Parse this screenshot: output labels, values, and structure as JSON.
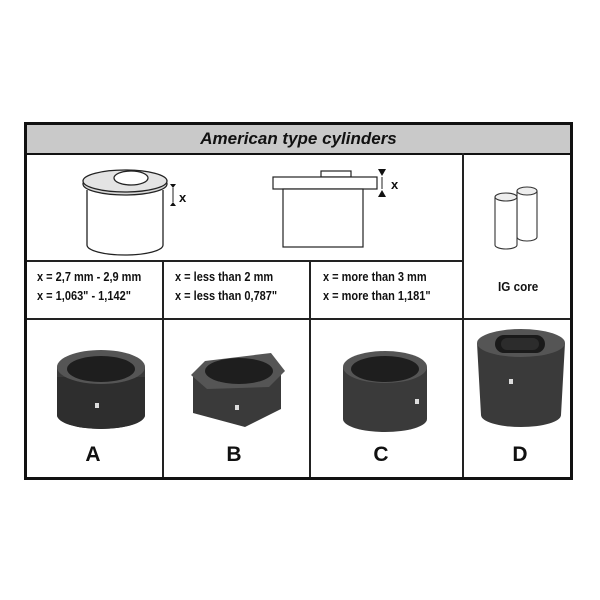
{
  "title": "American type cylinders",
  "columns": [
    {
      "lines": [
        "x = 2,7 mm - 2,9 mm",
        "x = 1,063\" - 1,142\""
      ],
      "letter": "A"
    },
    {
      "lines": [
        "x = less than 2 mm",
        "x = less than 0,787\""
      ],
      "letter": "B"
    },
    {
      "lines": [
        "x = more than 3 mm",
        "x = more than 1,181\""
      ],
      "letter": "C"
    },
    {
      "lines": [
        "IG core"
      ],
      "letter": "D"
    }
  ],
  "diagram_label": "x",
  "colors": {
    "title_bg": "#c9c9c9",
    "border": "#111111",
    "part": "#3c3c3c"
  }
}
